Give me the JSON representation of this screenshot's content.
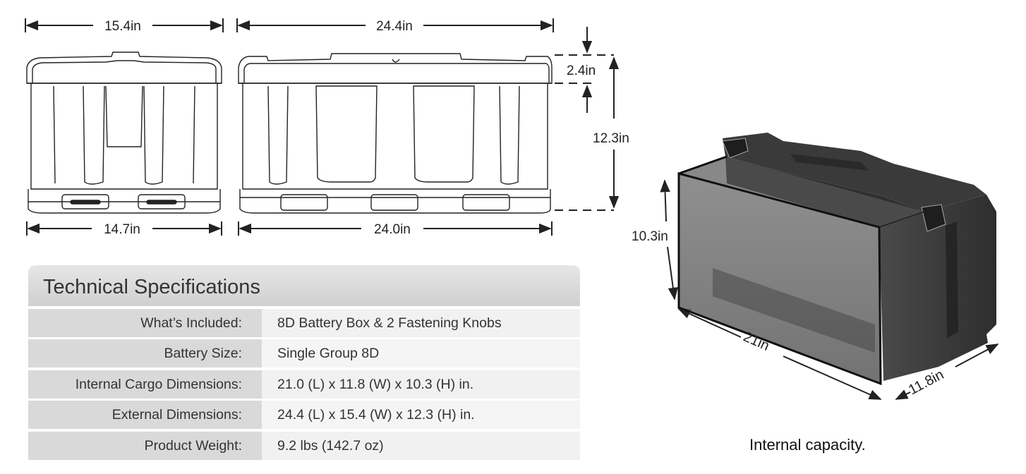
{
  "dimensions": {
    "front_top_width": "15.4in",
    "front_bottom_width": "14.7in",
    "side_top_length": "24.4in",
    "side_bottom_length": "24.0in",
    "lid_height": "2.4in",
    "total_height": "12.3in",
    "internal_height": "10.3in",
    "internal_length": "21in",
    "internal_width": "11.8in"
  },
  "specs": {
    "title": "Technical Specifications",
    "rows": [
      {
        "label": "What’s Included:",
        "value": "8D Battery Box & 2 Fastening Knobs"
      },
      {
        "label": "Battery Size:",
        "value": "Single Group 8D"
      },
      {
        "label": "Internal Cargo Dimensions:",
        "value": "21.0 (L) x 11.8 (W) x 10.3 (H) in."
      },
      {
        "label": "External Dimensions:",
        "value": "24.4 (L) x 15.4 (W) x 12.3 (H) in."
      },
      {
        "label": "Product Weight:",
        "value": "9.2 lbs (142.7 oz)"
      }
    ]
  },
  "caption": "Internal capacity."
}
